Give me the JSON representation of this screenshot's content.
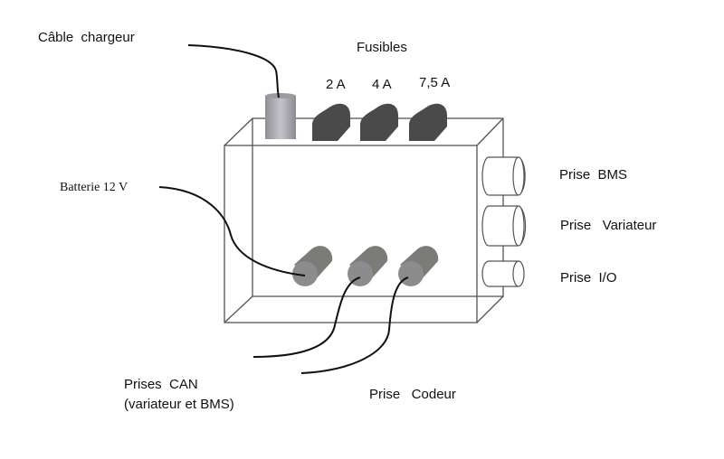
{
  "title": "Boîtier de connexion",
  "labels": {
    "charger_cable": "Câble  chargeur",
    "fuses_title": "Fusibles",
    "fuses": [
      "2 A",
      "4 A",
      "7,5 A"
    ],
    "battery": "Batterie 12 V",
    "bms_socket": "Prise  BMS",
    "variator_socket": "Prise   Variateur",
    "io_socket": "Prise  I/O",
    "can_sockets_line1": "Prises  CAN",
    "can_sockets_line2": "(variateur et BMS)",
    "encoder_socket": "Prise   Codeur"
  },
  "colors": {
    "fuse": "#4a4a4a",
    "connector": "#7b7b78",
    "connector_face": "#8c8c8e",
    "charger": "#a8a8ad",
    "outline": "#555555",
    "cable": "#111111"
  }
}
